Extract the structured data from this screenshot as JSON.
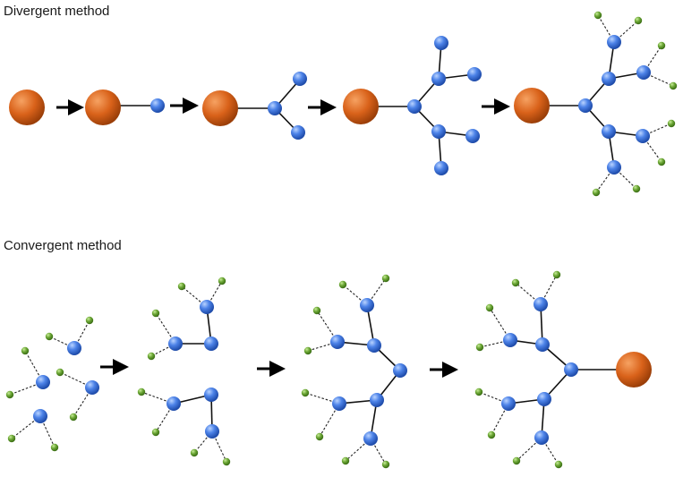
{
  "sections": {
    "divergent": {
      "title": "Divergent method"
    },
    "convergent": {
      "title": "Convergent method"
    }
  },
  "colors": {
    "core": "#d9621a",
    "branch_unit": "#3f74dd",
    "end_group": "#63a030",
    "bond": "#111111",
    "arrow": "#000000"
  },
  "process": {
    "divergent_stages": 5,
    "convergent_stages": 4
  }
}
